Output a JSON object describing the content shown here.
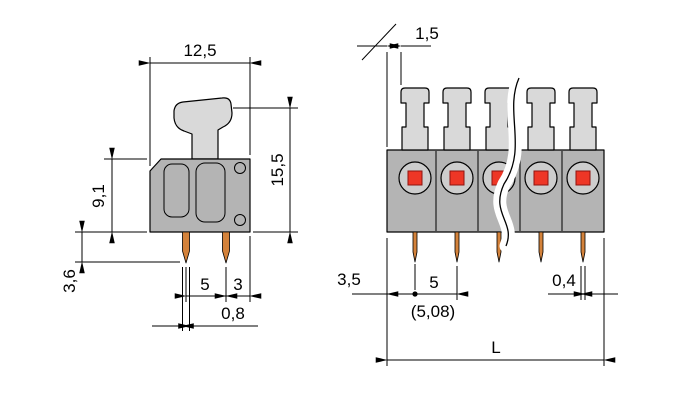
{
  "side_view": {
    "width_mm": "12,5",
    "body_height_mm": "9,1",
    "total_height_mm": "15,5",
    "pin_length_mm": "3,6",
    "pin_spacing_mm": "5",
    "pin_to_edge_mm": "3",
    "pin_width_mm": "0,8"
  },
  "front_view": {
    "pole_count": 5,
    "actuator_offset_mm": "1,5",
    "edge_to_first_pin_mm": "3,5",
    "pin_pitch_mm": "5",
    "pin_pitch_alt_mm": "(5,08)",
    "pin_thickness_mm": "0,4",
    "overall_length_label": "L"
  },
  "colors": {
    "body_grey": "#b4b4b4",
    "actuator_grey": "#d9d9d9",
    "pin_copper": "#d4823a",
    "clamp_red": "#ee3626",
    "line_black": "#000000"
  }
}
